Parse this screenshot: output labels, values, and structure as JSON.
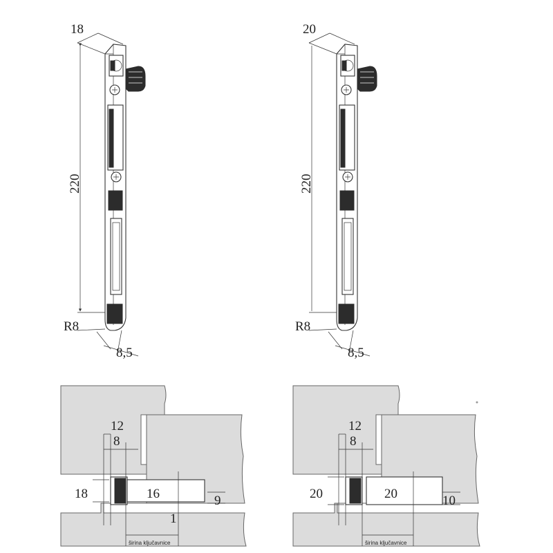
{
  "drawings": {
    "left_strike": {
      "width": "18",
      "height": "220",
      "radius": "R8",
      "depth": "8,5"
    },
    "right_strike": {
      "width": "20",
      "height": "220",
      "radius": "R8",
      "depth": "8,5"
    },
    "left_section": {
      "offset_outer": "12",
      "offset_inner": "8",
      "block": "18",
      "length": "16",
      "gap": "9",
      "clearance": "1",
      "caption": "širina ključavnice"
    },
    "right_section": {
      "offset_outer": "12",
      "offset_inner": "8",
      "block": "20",
      "length": "20",
      "gap": "10",
      "caption": "širina ključavnice"
    }
  }
}
